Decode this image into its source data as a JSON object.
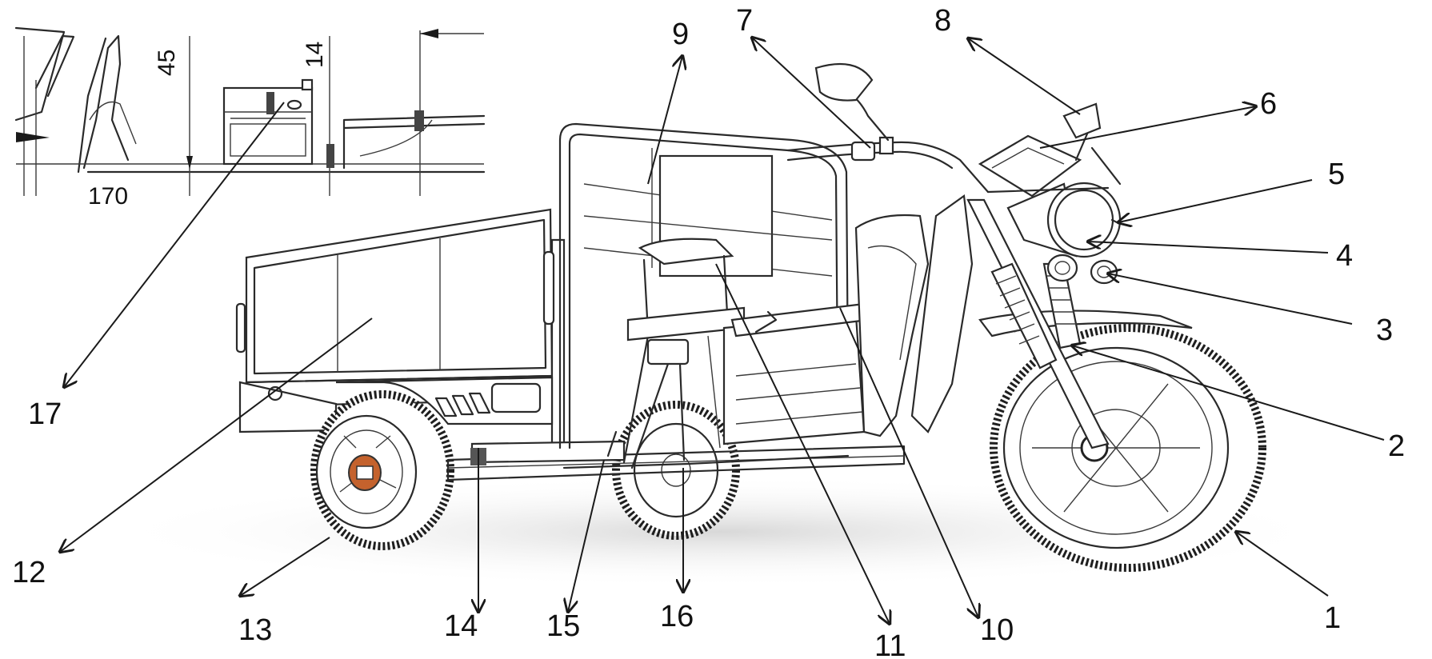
{
  "callouts": [
    {
      "id": "1",
      "text": "1"
    },
    {
      "id": "2",
      "text": "2"
    },
    {
      "id": "3",
      "text": "3"
    },
    {
      "id": "4",
      "text": "4"
    },
    {
      "id": "5",
      "text": "5"
    },
    {
      "id": "6",
      "text": "6"
    },
    {
      "id": "7",
      "text": "7"
    },
    {
      "id": "8",
      "text": "8"
    },
    {
      "id": "9",
      "text": "9"
    },
    {
      "id": "10",
      "text": "10"
    },
    {
      "id": "11",
      "text": "11"
    },
    {
      "id": "12",
      "text": "12"
    },
    {
      "id": "13",
      "text": "13"
    },
    {
      "id": "14",
      "text": "14"
    },
    {
      "id": "15",
      "text": "15"
    },
    {
      "id": "16",
      "text": "16"
    },
    {
      "id": "17",
      "text": "17"
    }
  ],
  "inset": {
    "dim_45": "45",
    "dim_14": "14",
    "dim_170": "170"
  }
}
